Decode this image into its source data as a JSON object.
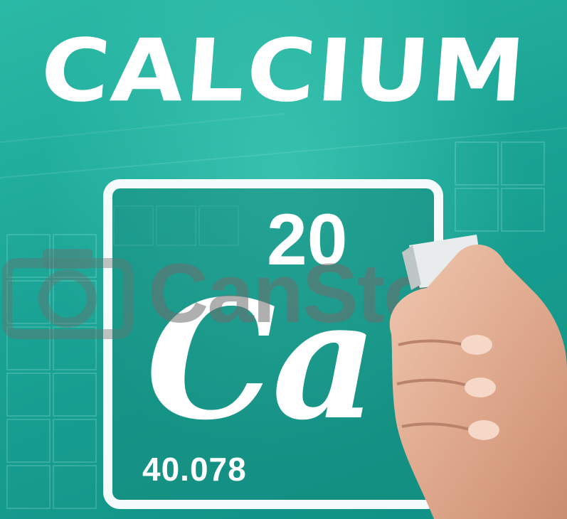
{
  "title": "CALCIUM",
  "element": {
    "atomic_number": "20",
    "symbol": "Ca",
    "atomic_mass": "40.078"
  },
  "watermark": {
    "text": "CanStock",
    "camera_icon": "camera-icon"
  },
  "colors": {
    "background": "#1aa394",
    "tile_border": "#f4fbfa",
    "text": "#ffffff"
  }
}
